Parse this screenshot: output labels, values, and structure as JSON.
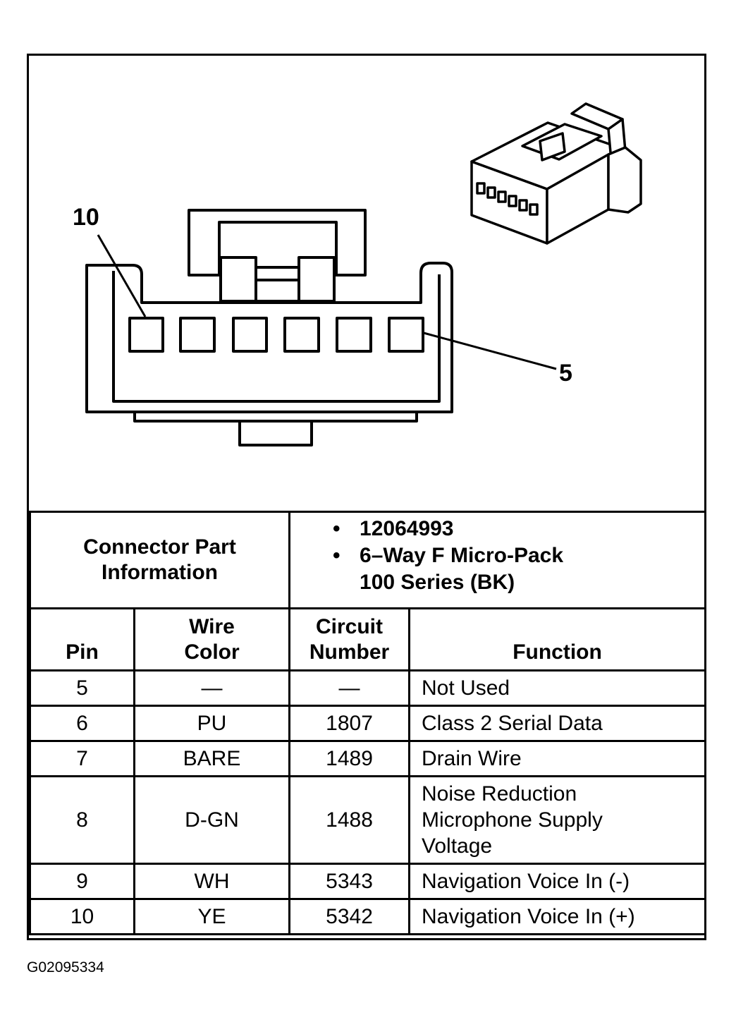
{
  "callouts": {
    "left_pin": "10",
    "right_pin": "5"
  },
  "connector_info": {
    "label_line1": "Connector Part",
    "label_line2": "Information",
    "part_number": "12064993",
    "desc_line1": "6–Way F Micro-Pack",
    "desc_line2": "100 Series (BK)"
  },
  "columns": {
    "pin": "Pin",
    "wire_line1": "Wire",
    "wire_line2": "Color",
    "circuit_line1": "Circuit",
    "circuit_line2": "Number",
    "function": "Function"
  },
  "rows": [
    {
      "pin": "5",
      "wire": "—",
      "circuit": "—",
      "function_lines": [
        "Not Used"
      ]
    },
    {
      "pin": "6",
      "wire": "PU",
      "circuit": "1807",
      "function_lines": [
        "Class 2 Serial Data"
      ]
    },
    {
      "pin": "7",
      "wire": "BARE",
      "circuit": "1489",
      "function_lines": [
        "Drain Wire"
      ]
    },
    {
      "pin": "8",
      "wire": "D-GN",
      "circuit": "1488",
      "function_lines": [
        "Noise Reduction",
        "Microphone Supply",
        "Voltage"
      ]
    },
    {
      "pin": "9",
      "wire": "WH",
      "circuit": "5343",
      "function_lines": [
        "Navigation Voice In (-)"
      ]
    },
    {
      "pin": "10",
      "wire": "YE",
      "circuit": "5342",
      "function_lines": [
        "Navigation Voice In (+)"
      ]
    }
  ],
  "reference_code": "G02095334"
}
